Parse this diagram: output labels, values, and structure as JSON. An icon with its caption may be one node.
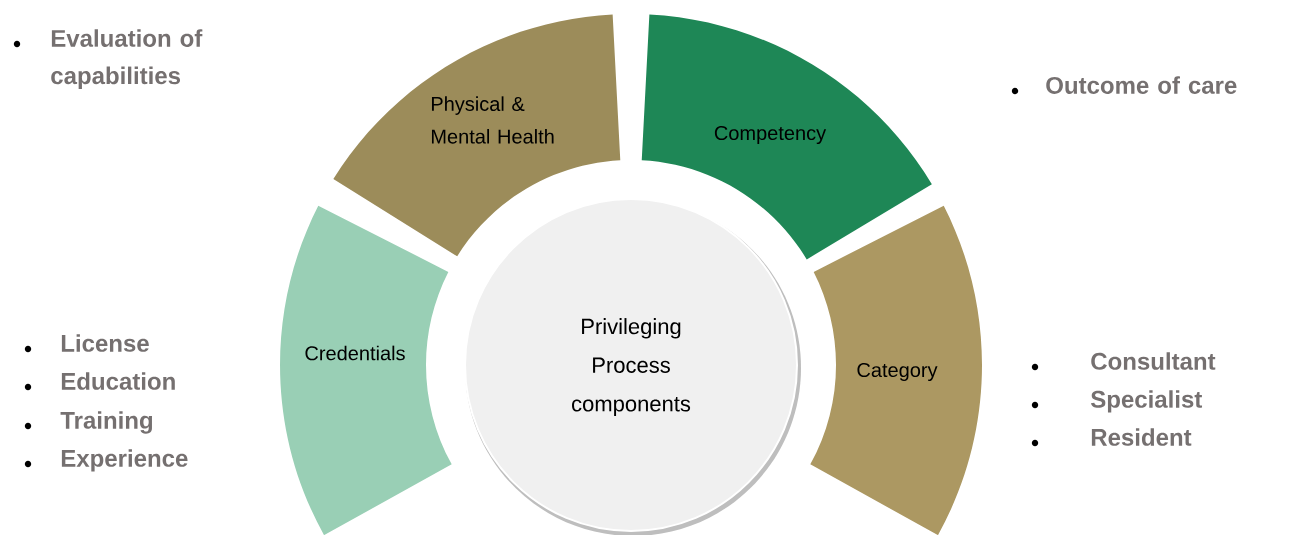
{
  "diagram": {
    "nodes": [
      {
        "text": [
          "Physical & Mental Health"
        ]
      },
      {
        "text": [
          "Competency"
        ]
      },
      {
        "text": [
          "Credentials"
        ]
      },
      {
        "text": [
          "Privileging Process components"
        ]
      },
      {
        "text": [
          "Category"
        ]
      }
    ],
    "labels": [
      "Evaluation of capabilities",
      "Outcome of care",
      "License",
      "Education",
      "Training",
      "Experience",
      "Consultant",
      "Specialist",
      "Resident"
    ]
  }
}
